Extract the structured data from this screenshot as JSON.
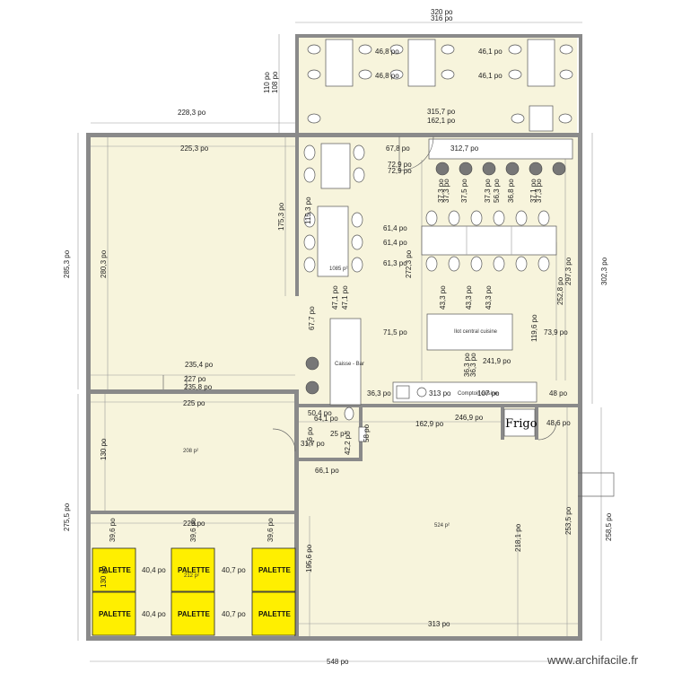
{
  "watermark": "www.archifacile.fr",
  "labels": {
    "caisse_bar": "Caisse - Bar",
    "ilot_central": "Ilot central cuisine",
    "comptoir": "Comptoir cuisine",
    "frigo": "Frigo",
    "pallet": "PALETTE",
    "area_208": "208 p²",
    "area_524": "524 p²",
    "area_212": "212 p²",
    "area_1085": "1085 p²"
  },
  "dimensions": {
    "top_320": "320 po",
    "top_316": "316 po",
    "terrace_46_8a": "46,8 po",
    "terrace_46_1a": "46,1 po",
    "terrace_46_8b": "46,8 po",
    "terrace_46_1b": "46,1 po",
    "terrace_110": "110 po",
    "terrace_108": "108 po",
    "dim_228_3": "228,3 po",
    "dim_315_7": "315,7 po",
    "dim_162_1": "162,1 po",
    "dim_225_3": "225,3 po",
    "dim_67_8": "67,8 po",
    "dim_312_7": "312,7 po",
    "dim_72_9a": "72,9 po",
    "dim_72_9b": "72,9 po",
    "dim_285_3": "285,3 po",
    "dim_280_3": "280,3 po",
    "dim_175_3": "175,3 po",
    "dim_115_3": "115,3 po",
    "dim_37_3a": "37,3 po",
    "dim_37_3b": "37,3 po",
    "dim_37_5": "37,5 po",
    "dim_37_3c": "37,3 po",
    "dim_56_3": "56,3 po",
    "dim_36_8": "36,8 po",
    "dim_37_1": "37,1 po",
    "dim_37_3d": "37,3 po",
    "dim_61_4a": "61,4 po",
    "dim_61_4b": "61,4 po",
    "dim_61_3": "61,3 po",
    "dim_272_3": "272,3 po",
    "dim_252_8": "252,8 po",
    "dim_297_3": "297,3 po",
    "dim_302_3": "302,3 po",
    "dim_47_1a": "47,1 po",
    "dim_47_1b": "47,1 po",
    "dim_43_3a": "43,3 po",
    "dim_43_3b": "43,3 po",
    "dim_43_3c": "43,3 po",
    "dim_67_7": "67,7 po",
    "dim_71_5": "71,5 po",
    "dim_119_6": "119,6 po",
    "dim_73_9": "73,9 po",
    "dim_235_4": "235,4 po",
    "dim_227": "227 po",
    "dim_235_8": "235,8 po",
    "dim_241_9": "241,9 po",
    "dim_36_3a": "36,3 po",
    "dim_36_3b": "36,3 po",
    "dim_36_3c": "36,3 po",
    "dim_313a": "313 po",
    "dim_107": "107 po",
    "dim_48": "48 po",
    "dim_225": "225 po",
    "dim_50_4": "50,4 po",
    "dim_64_1": "64,1 po",
    "dim_162_9": "162,9 po",
    "dim_246_9": "246,9 po",
    "dim_48_6": "48,6 po",
    "dim_56": "56 po",
    "dim_25": "25 p²",
    "dim_31_7": "31,7 po",
    "dim_42_2": "42,2 po",
    "dim_58": "58 po",
    "dim_130a": "130 po",
    "dim_66_1": "66,1 po",
    "dim_275_5": "275,5 po",
    "dim_258_5": "258,5 po",
    "dim_253_5": "253,5 po",
    "dim_218_1": "218,1 po",
    "dim_195_6": "195,6 po",
    "dim_229": "229 po",
    "dim_39_6a": "39,6 po",
    "dim_39_6b": "39,6 po",
    "dim_39_6c": "39,6 po",
    "dim_130b": "130 po",
    "dim_40_4a": "40,4 po",
    "dim_40_7a": "40,7 po",
    "dim_40_4b": "40,4 po",
    "dim_40_7b": "40,7 po",
    "dim_313b": "313 po",
    "dim_548": "548 po"
  },
  "colors": {
    "wall": "#8a8a8a",
    "floor": "#f7f4dc",
    "pallet": "#ffef00"
  }
}
